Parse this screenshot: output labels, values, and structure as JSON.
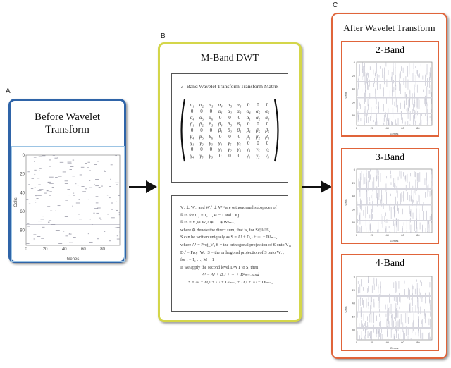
{
  "labels": {
    "a": "A",
    "b": "B",
    "c": "C"
  },
  "panel_a": {
    "title": "Before Wavelet Transform",
    "plot": {
      "ylabel": "Cells",
      "xlabel": "Genes",
      "yticks": [
        "0",
        "20",
        "40",
        "60",
        "80"
      ],
      "xticks": [
        "0",
        "20",
        "40",
        "60",
        "80"
      ]
    }
  },
  "panel_b": {
    "title": "M-Band DWT",
    "matrix_title": "3- Band Wavelet Transform Transform Matrix",
    "matrix": [
      [
        "α₁",
        "α₂",
        "α₃",
        "α₄",
        "α₅",
        "α₆",
        "0",
        "0",
        "0"
      ],
      [
        "0",
        "0",
        "0",
        "α₁",
        "α₂",
        "α₃",
        "α₄",
        "α₅",
        "α₆"
      ],
      [
        "α₄",
        "α₅",
        "α₆",
        "0",
        "0",
        "0",
        "α₁",
        "α₂",
        "α₃"
      ],
      [
        "β₁",
        "β₂",
        "β₃",
        "β₄",
        "β₅",
        "β₆",
        "0",
        "0",
        "0"
      ],
      [
        "0",
        "0",
        "0",
        "β₁",
        "β₂",
        "β₃",
        "β₄",
        "β₅",
        "β₆"
      ],
      [
        "β₄",
        "β₅",
        "β₆",
        "0",
        "0",
        "0",
        "β₁",
        "β₂",
        "β₃"
      ],
      [
        "γ₁",
        "γ₂",
        "γ₃",
        "γ₄",
        "γ₅",
        "γ₆",
        "0",
        "0",
        "0"
      ],
      [
        "0",
        "0",
        "0",
        "γ₁",
        "γ₂",
        "γ₃",
        "γ₄",
        "γ₅",
        "γ₆"
      ],
      [
        "γ₄",
        "γ₅",
        "γ₆",
        "0",
        "0",
        "0",
        "γ₁",
        "γ₂",
        "γ₃"
      ]
    ],
    "equations": [
      "V₁ ⊥ W₁ⁱ and W₁ⁱ ⊥ W₁ʲ are orthonormal subspaces of",
      "ℝᴺᴷ for i, j = 1,…,M − 1 and i ≠ j.",
      "ℝᴺᴷ = V₁⊕ W₁¹ ⊕ … ⊕W¹ₘ₋₁",
      "where ⊕ denote the direct sum, that is, for  S∈ℝᴺᴷ,",
      "S can be written uniquely as S = A¹ + D₁¹ + ⋯ + D¹ₘ₋₁",
      "where A¹ = Proj_V₁ S = the orthogonal projection of S onto V₁,",
      "D₁ⁱ = Proj_W₁ⁱ S = the orthogonal projection of S onto W₁ⁱ,",
      "for  i = 1, …, M − 1",
      "If we apply the second level DWT to S, then",
      "A¹ = A² + D₂¹ + ⋯ + D²ₘ₋₁  and",
      "S = A² + D₂¹ + ⋯ + D²ₘ₋₁ + D₁¹ + ⋯ + D¹ₘ₋₁"
    ]
  },
  "panel_c": {
    "title": "After Wavelet Transform",
    "subpanels": [
      {
        "title": "2-Band"
      },
      {
        "title": "3-Band"
      },
      {
        "title": "4-Band"
      }
    ],
    "plot": {
      "ylabel": "Cells",
      "xlabel": "Genes",
      "yticks": [
        "0",
        "20",
        "40",
        "60",
        "80"
      ],
      "xticks": [
        "0",
        "20",
        "40",
        "60",
        "80"
      ]
    }
  },
  "colors": {
    "a": "#2f64a8",
    "b": "#d4d64a",
    "c": "#e0643a"
  }
}
